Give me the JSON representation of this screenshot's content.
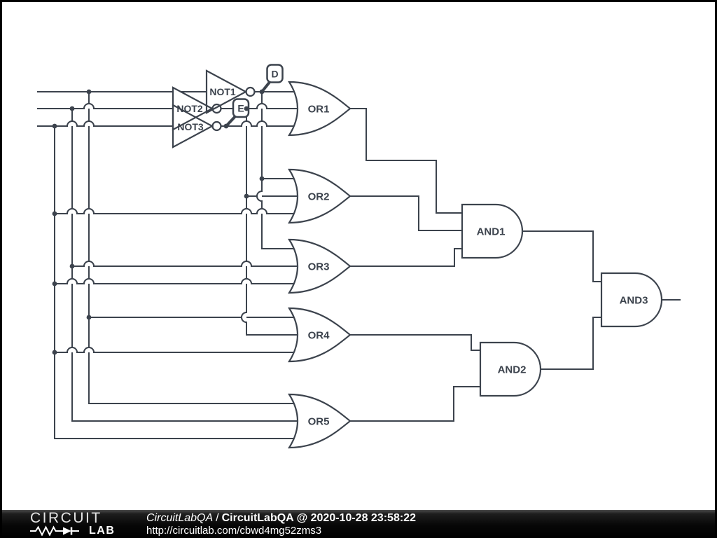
{
  "colors": {
    "wire": "#3c434d",
    "background": "#ffffff",
    "footer_bg": "#000000",
    "footer_text": "#ffffff",
    "logo_gray": "#e4e4e4"
  },
  "schematic": {
    "gates": {
      "not1": "NOT1",
      "not2": "NOT2",
      "not3": "NOT3",
      "or1": "OR1",
      "or2": "OR2",
      "or3": "OR3",
      "or4": "OR4",
      "or5": "OR5",
      "and1": "AND1",
      "and2": "AND2",
      "and3": "AND3"
    },
    "flags": {
      "d": "D",
      "e": "E"
    }
  },
  "footer": {
    "logo_top": "CIRCUIT",
    "logo_bottom": "LAB",
    "title_italic": "CircuitLabQA",
    "separator": "/",
    "title_bold": "CircuitLabQA @ 2020-10-28 23:58:22",
    "url": "http://circuitlab.com/cbwd4mg52zms3"
  }
}
